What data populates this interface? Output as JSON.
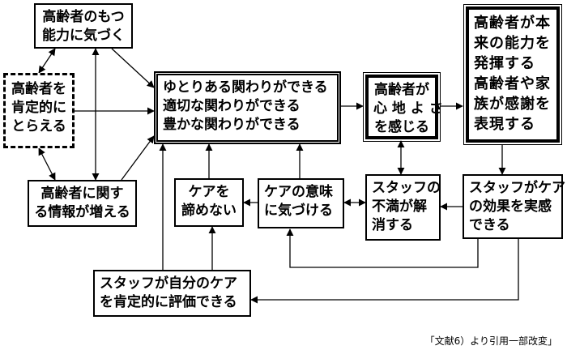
{
  "nodes": {
    "notice_ability": [
      "高齢者のもつ",
      "能力に気づく"
    ],
    "affirm_elderly": [
      "高齢者を",
      "肯定的に",
      "とらえる"
    ],
    "more_info": [
      "高齢者に関す",
      "る情報が増える"
    ],
    "relaxed_care": [
      "ゆとりある関わりができる",
      "適切な関わりができる",
      "豊かな関わりができる"
    ],
    "comfort": [
      "高齢者が",
      "心 地 よ さ",
      "を感じる"
    ],
    "ability_shown": [
      "高齢者が本",
      "来の能力を",
      "発揮する",
      "高齢者や家",
      "族が感謝を",
      "表現する"
    ],
    "not_give_up": [
      "ケアを",
      "諦めない"
    ],
    "notice_meaning": [
      "ケアの意味",
      "に気づける"
    ],
    "dissatisfaction": [
      "スタッフの",
      "不満が解",
      "消する"
    ],
    "feel_effect": [
      "スタッフがケア",
      "の効果を実感",
      "できる"
    ],
    "self_evaluation": [
      "スタッフが自分のケア",
      "を肯定的に評価できる"
    ]
  },
  "caption": "「文献6）より引用一部改変」"
}
